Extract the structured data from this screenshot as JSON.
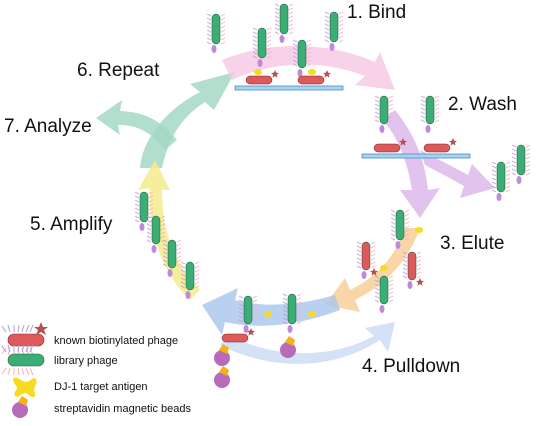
{
  "steps": {
    "bind": "1. Bind",
    "wash": "2. Wash",
    "elute": "3. Elute",
    "pulldown": "4. Pulldown",
    "amplify": "5. Amplify",
    "repeat": "6. Repeat",
    "analyze": "7. Analyze"
  },
  "legend": {
    "known_phage": "known biotinylated phage",
    "library_phage": "library phage",
    "antigen": "DJ-1 target antigen",
    "beads": "streptavidin magnetic beads"
  },
  "colors": {
    "bind_arrow": "#f6c7e3",
    "wash_arrow": "#dcb8ea",
    "elute_arrow": "#f8cf98",
    "pulldown_arrow": "#a9c4ee",
    "amplify_arrow": "#f6eb8c",
    "repeat_arrow": "#a3d8c4",
    "analyze_arrow": "#a3d8c4",
    "library_phage_body": "#3cae75",
    "known_phage_body": "#de5a5a",
    "antigen": "#f5dc22",
    "bead": "#b86bb8",
    "bead_cap": "#f6b018",
    "star": "#b4514b"
  }
}
